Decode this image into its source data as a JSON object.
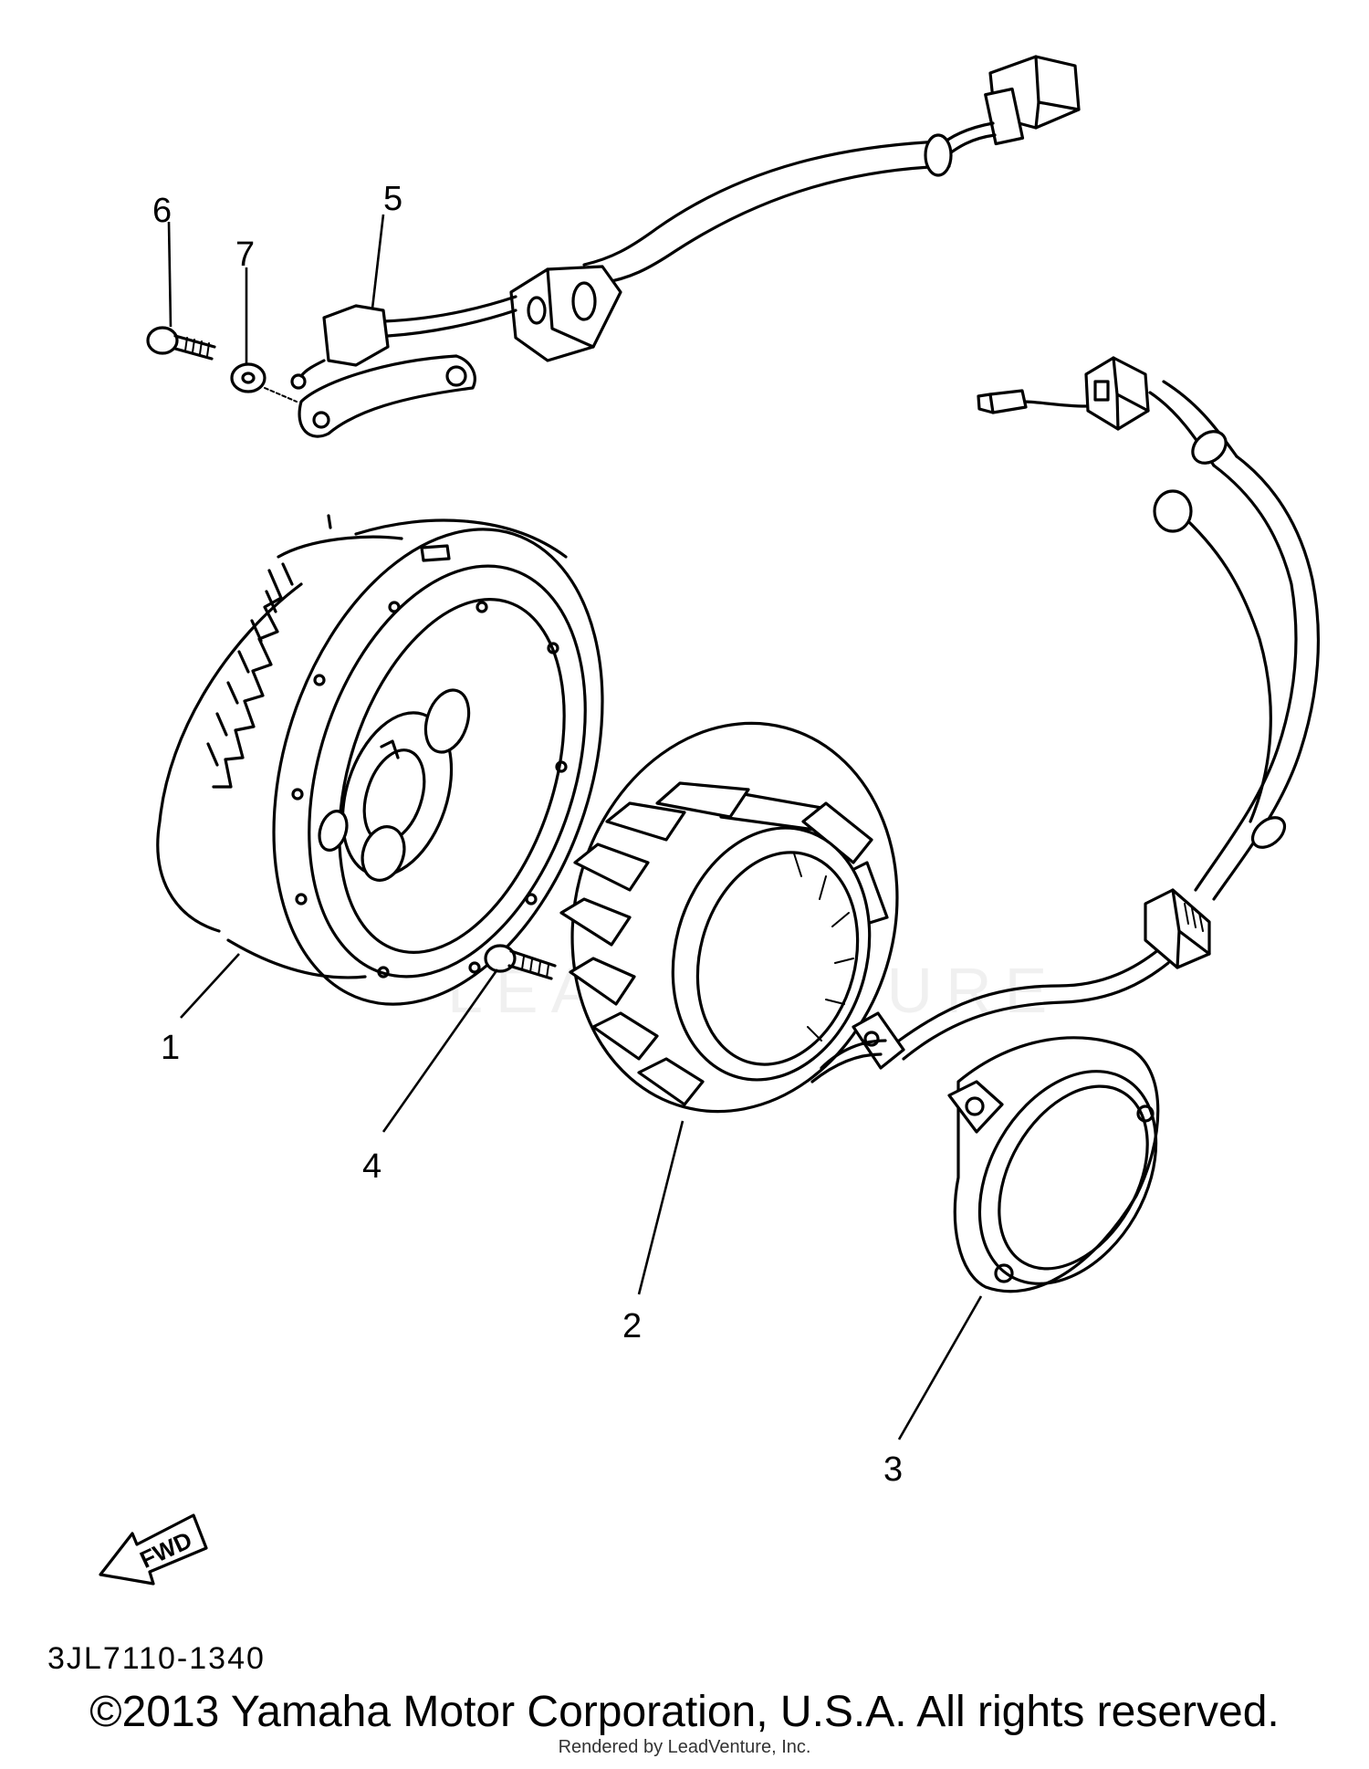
{
  "callouts": [
    {
      "id": "1",
      "label": "1"
    },
    {
      "id": "2",
      "label": "2"
    },
    {
      "id": "3",
      "label": "3"
    },
    {
      "id": "4",
      "label": "4"
    },
    {
      "id": "5",
      "label": "5"
    },
    {
      "id": "6",
      "label": "6"
    },
    {
      "id": "7",
      "label": "7"
    }
  ],
  "fwd_label": "FWD",
  "diagram_code": "3JL7110-1340",
  "copyright": "©2013 Yamaha Motor Corporation, U.S.A. All rights reserved.",
  "rendered_by": "Rendered by LeadVenture, Inc.",
  "watermark": "LEADVENTURE"
}
